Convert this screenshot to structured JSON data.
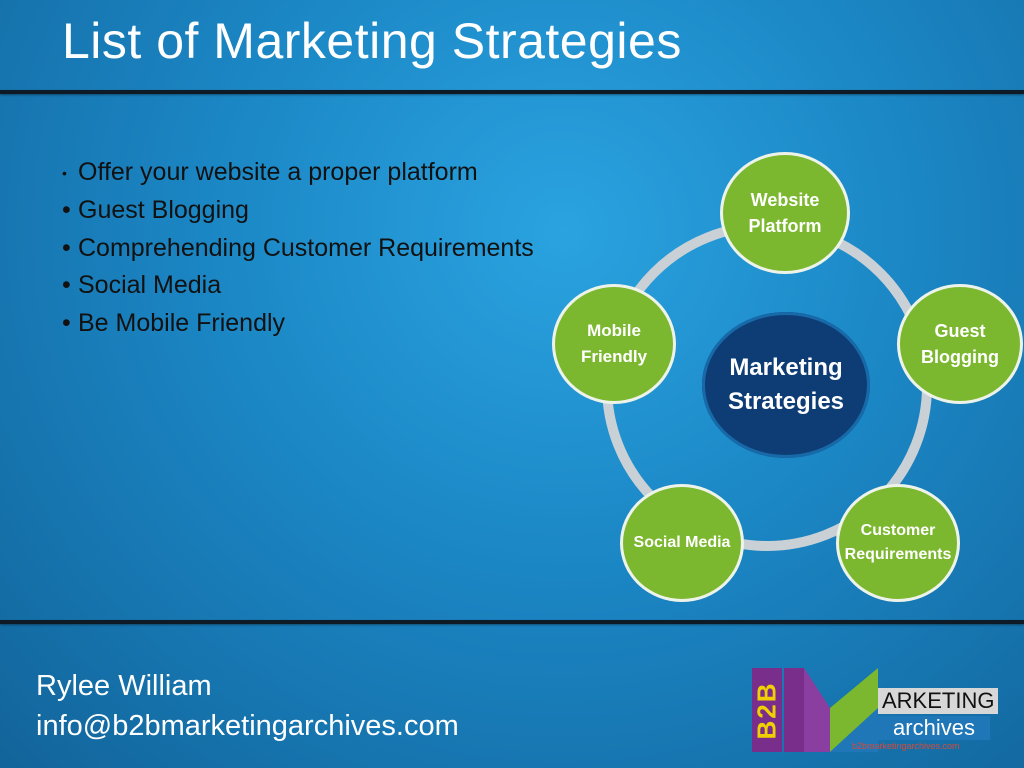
{
  "slide": {
    "title": "List of Marketing Strategies",
    "bullets": [
      "Offer your website a proper platform",
      "Guest Blogging",
      "Comprehending Customer Requirements",
      "Social Media",
      "Be Mobile Friendly"
    ],
    "bullet_glyph": "•"
  },
  "diagram": {
    "center": [
      "Marketing",
      "Strategies"
    ],
    "nodes": {
      "website": [
        "Website",
        "Platform"
      ],
      "guest": [
        "Guest",
        "Blogging"
      ],
      "customer": [
        "Customer",
        "Requirements"
      ],
      "social": [
        "Social Media"
      ],
      "mobile": [
        "Mobile",
        "Friendly"
      ]
    },
    "colors": {
      "node": "#7cb82f",
      "hub": "#0e3d76",
      "ring": "#c9d1d6"
    }
  },
  "footer": {
    "author": "Rylee William",
    "email": "info@b2bmarketingarchives.com"
  },
  "logo": {
    "b2b": "B2B",
    "word1": "ARKETING",
    "word2": "archives",
    "url": "b2bmarketingarchives.com",
    "colors": {
      "purple": "#7a2e8c",
      "green": "#7cb82f",
      "blue": "#1f77b8",
      "yellow": "#f0d000"
    }
  }
}
